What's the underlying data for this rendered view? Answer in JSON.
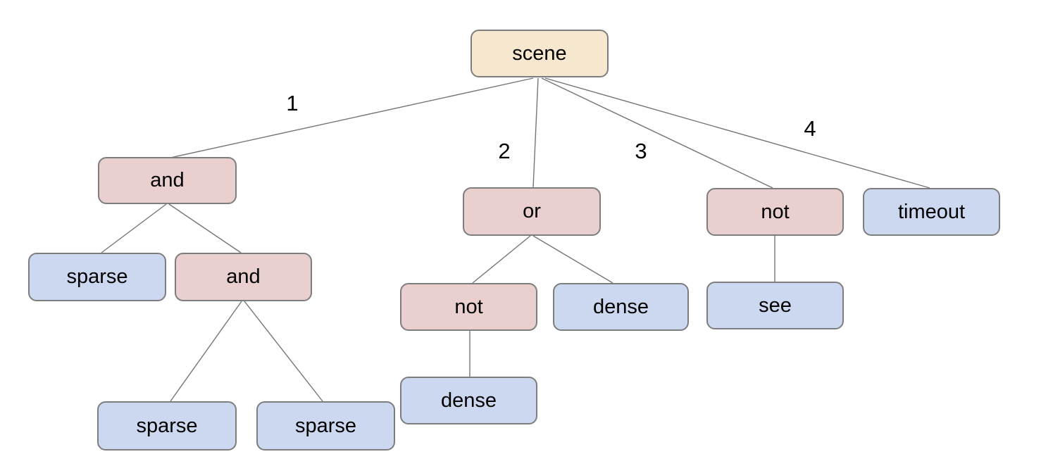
{
  "diagram_type": "behavior-tree",
  "colors": {
    "bg": "#ffffff",
    "root_fill": "#f6e8cf",
    "operator_fill": "#eacfcf",
    "leaf_fill": "#ccd8f0",
    "node_border": "#7d7d7d",
    "edge_color": "#757575",
    "text_color": "#000000"
  },
  "tree": {
    "label": "scene",
    "type": "root",
    "children": [
      {
        "edge_label": "1",
        "label": "and",
        "type": "operator",
        "children": [
          {
            "label": "sparse",
            "type": "leaf"
          },
          {
            "label": "and",
            "type": "operator",
            "children": [
              {
                "label": "sparse",
                "type": "leaf"
              },
              {
                "label": "sparse",
                "type": "leaf"
              }
            ]
          }
        ]
      },
      {
        "edge_label": "2",
        "label": "or",
        "type": "operator",
        "children": [
          {
            "label": "not",
            "type": "operator",
            "children": [
              {
                "label": "dense",
                "type": "leaf"
              }
            ]
          },
          {
            "label": "dense",
            "type": "leaf"
          }
        ]
      },
      {
        "edge_label": "3",
        "label": "not",
        "type": "operator",
        "children": [
          {
            "label": "see",
            "type": "leaf"
          }
        ]
      },
      {
        "edge_label": "4",
        "label": "timeout",
        "type": "leaf"
      }
    ]
  }
}
